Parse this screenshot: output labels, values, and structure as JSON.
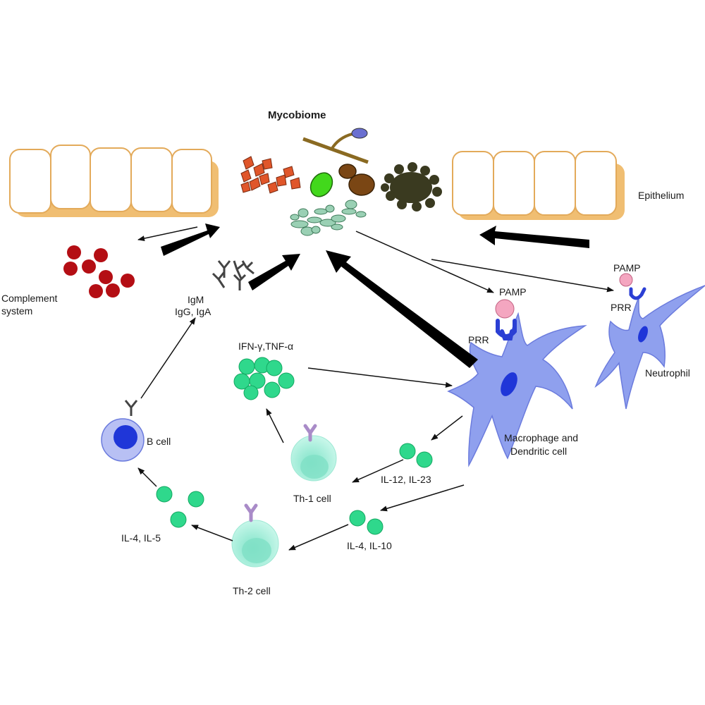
{
  "diagram": {
    "title": "Mycobiome",
    "labels": {
      "epithelium": "Epithelium",
      "complement_line1": "Complement",
      "complement_line2": "system",
      "igm": "IgM",
      "igg_iga": "IgG, IgA",
      "pamp_macrophage": "PAMP",
      "prr_macrophage": "PRR",
      "pamp_neutrophil": "PAMP",
      "prr_neutrophil": "PRR",
      "neutrophil": "Neutrophil",
      "ifn_tnf": "IFN-γ,TNF-α",
      "macrophage_line1": "Macrophage and",
      "macrophage_line2": "Dendritic cell",
      "b_cell": "B cell",
      "il12_il23": "IL-12, IL-23",
      "th1_cell": "Th-1 cell",
      "il4_il5": "IL-4, IL-5",
      "il4_il10": "IL-4, IL-10",
      "th2_cell": "Th-2 cell"
    },
    "colors": {
      "epithelium_fill": "#ffffff",
      "epithelium_outline": "#e3aa5a",
      "epithelium_shadow": "#f0be72",
      "complement": "#b40e14",
      "cytokine": "#2fd88c",
      "cytokine_dark": "#14a862",
      "immune_cell": "#8fa0ee",
      "nucleus": "#1f36d8",
      "t_cell": "#a5f0dc",
      "t_cell_nucleus": "#7fe0c6",
      "receptor": "#2b3fd4",
      "pamp": "#f4a6c0",
      "antibody": "#444444",
      "t_receptor": "#a98bc8"
    }
  }
}
